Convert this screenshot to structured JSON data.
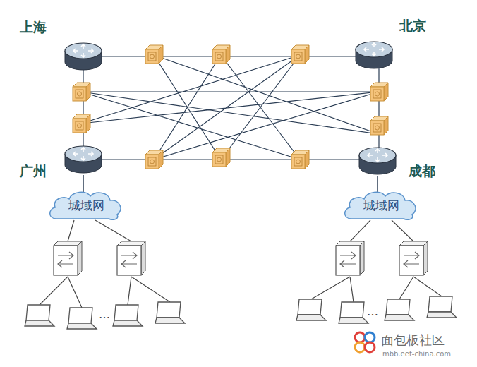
{
  "diagram": {
    "nodes": [
      {
        "text": [
          "上海"
        ]
      },
      {
        "text": [
          "北京"
        ]
      },
      {
        "text": [
          "广州"
        ]
      },
      {
        "text": [
          "成都"
        ]
      },
      {
        "text": [
          "城域网"
        ]
      },
      {
        "text": [
          "城域网"
        ]
      }
    ],
    "edges": [
      {
        "from": 2,
        "to": 4,
        "arrow": "none"
      },
      {
        "from": 3,
        "to": 5,
        "arrow": "none"
      }
    ],
    "labels": [
      "…",
      "…",
      "面包板社区",
      "mbb.eet-china.com"
    ]
  }
}
